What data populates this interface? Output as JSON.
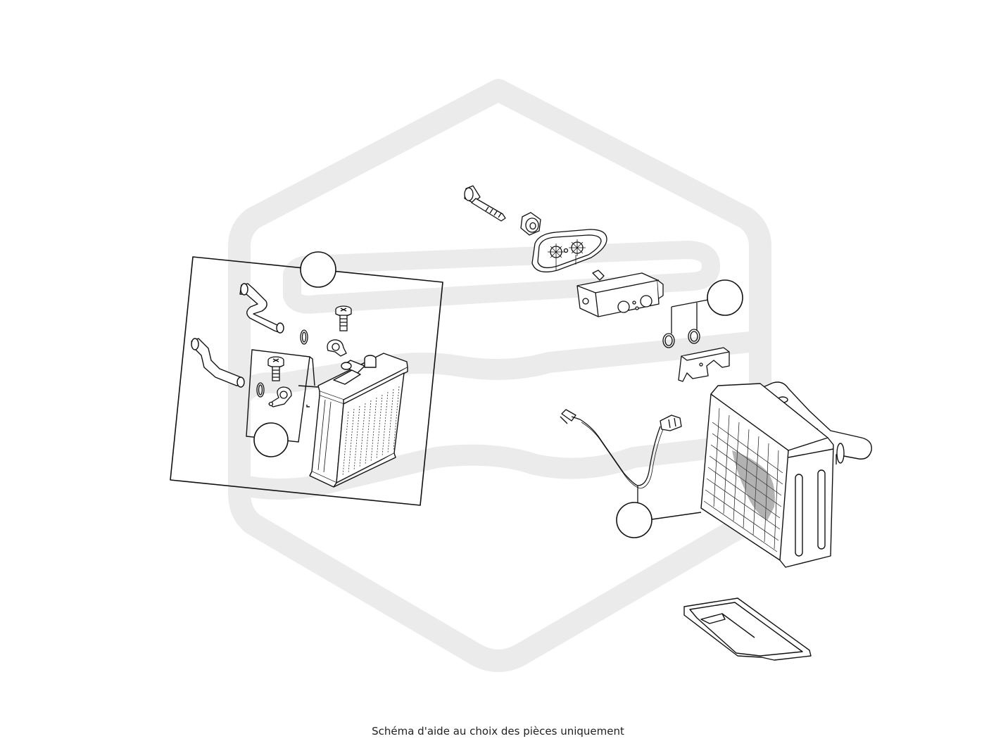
{
  "caption": "Schéma d'aide au choix des pièces uniquement",
  "colors": {
    "background": "#ffffff",
    "line": "#111111",
    "watermark": "#ebebeb",
    "caption_text": "#222222"
  },
  "watermark": {
    "icon": "hexagon-logo-watermark"
  },
  "parts": [
    {
      "name": "heater-core-assembly-box",
      "icon": "heater-core"
    },
    {
      "name": "heater-hose-upper",
      "icon": "bent-pipe"
    },
    {
      "name": "heater-hose-lower",
      "icon": "bent-pipe"
    },
    {
      "name": "clamp-screw",
      "icon": "screw"
    },
    {
      "name": "pipe-clamp",
      "icon": "clamp"
    },
    {
      "name": "o-ring",
      "icon": "o-ring"
    },
    {
      "name": "mounting-bolt",
      "icon": "bolt"
    },
    {
      "name": "grommet-nut",
      "icon": "nut"
    },
    {
      "name": "valve-gasket",
      "icon": "gasket"
    },
    {
      "name": "expansion-valve",
      "icon": "valve-block"
    },
    {
      "name": "valve-o-rings",
      "icon": "o-ring"
    },
    {
      "name": "valve-bracket",
      "icon": "bracket"
    },
    {
      "name": "temperature-sensor-wire",
      "icon": "sensor-wire"
    },
    {
      "name": "evaporator-core",
      "icon": "evaporator"
    },
    {
      "name": "drain-tray",
      "icon": "tray"
    }
  ]
}
